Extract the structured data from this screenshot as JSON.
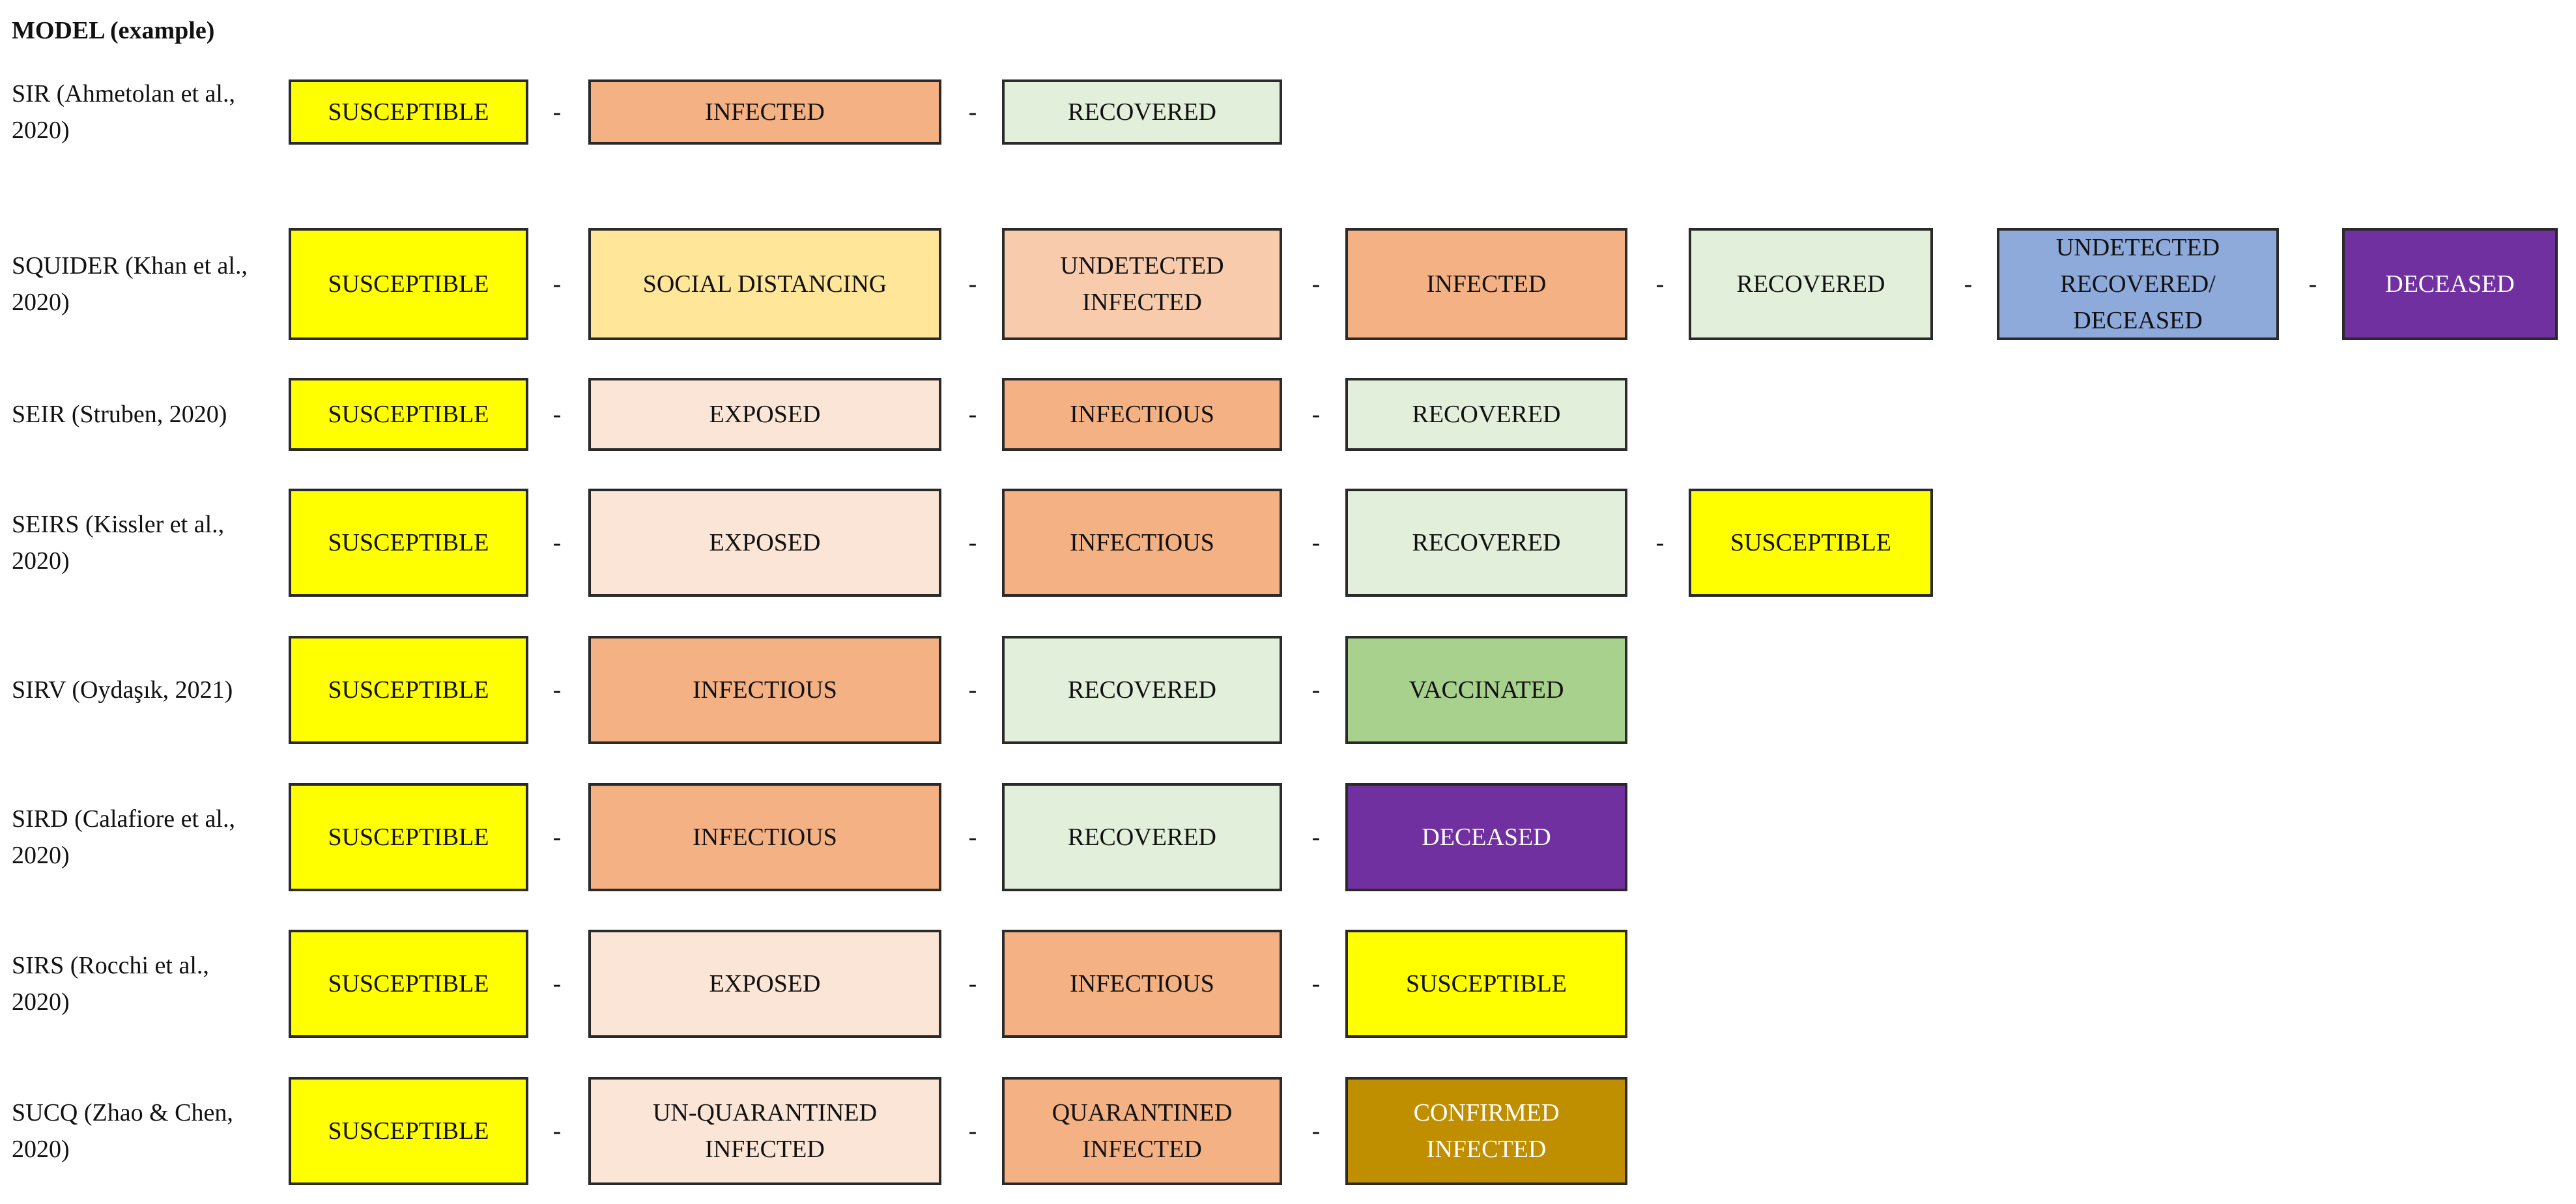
{
  "header": "MODEL (example)",
  "colors": {
    "susceptible": "#ffff00",
    "infected": "#f4b183",
    "recovered": "#e2efda",
    "social_distancing": "#ffe699",
    "undetected_infected": "#f8cbad",
    "undetected_recovered_deceased": "#8eaadb",
    "deceased": "#7030a0",
    "exposed": "#fbe5d6",
    "vaccinated": "#a9d18e",
    "confirmed_infected": "#bf8f00"
  },
  "rows": [
    {
      "label": "SIR (Ahmetolan et al., 2020)",
      "boxes": [
        {
          "text": "SUSCEPTIBLE",
          "color": "susceptible"
        },
        {
          "text": "INFECTED",
          "color": "infected"
        },
        {
          "text": "RECOVERED",
          "color": "recovered"
        }
      ]
    },
    {
      "label": "SQUIDER (Khan et al., 2020)",
      "boxes": [
        {
          "text": "SUSCEPTIBLE",
          "color": "susceptible"
        },
        {
          "text": "SOCIAL DISTANCING",
          "color": "social_distancing"
        },
        {
          "text": "UNDETECTED INFECTED",
          "color": "undetected_infected"
        },
        {
          "text": "INFECTED",
          "color": "infected"
        },
        {
          "text": "RECOVERED",
          "color": "recovered"
        },
        {
          "text": "UNDETECTED RECOVERED/ DECEASED",
          "color": "undetected_recovered_deceased"
        },
        {
          "text": "DECEASED",
          "color": "deceased",
          "light_text": true
        }
      ]
    },
    {
      "label": "SEIR (Struben, 2020)",
      "boxes": [
        {
          "text": "SUSCEPTIBLE",
          "color": "susceptible"
        },
        {
          "text": "EXPOSED",
          "color": "exposed"
        },
        {
          "text": "INFECTIOUS",
          "color": "infected"
        },
        {
          "text": "RECOVERED",
          "color": "recovered"
        }
      ]
    },
    {
      "label": "SEIRS (Kissler et al., 2020)",
      "boxes": [
        {
          "text": "SUSCEPTIBLE",
          "color": "susceptible"
        },
        {
          "text": "EXPOSED",
          "color": "exposed"
        },
        {
          "text": "INFECTIOUS",
          "color": "infected"
        },
        {
          "text": "RECOVERED",
          "color": "recovered"
        },
        {
          "text": "SUSCEPTIBLE",
          "color": "susceptible"
        }
      ]
    },
    {
      "label": "SIRV (Oydaşık, 2021)",
      "boxes": [
        {
          "text": "SUSCEPTIBLE",
          "color": "susceptible"
        },
        {
          "text": "INFECTIOUS",
          "color": "infected"
        },
        {
          "text": "RECOVERED",
          "color": "recovered"
        },
        {
          "text": "VACCINATED",
          "color": "vaccinated"
        }
      ]
    },
    {
      "label": "SIRD (Calafiore et al., 2020)",
      "boxes": [
        {
          "text": "SUSCEPTIBLE",
          "color": "susceptible"
        },
        {
          "text": "INFECTIOUS",
          "color": "infected"
        },
        {
          "text": "RECOVERED",
          "color": "recovered"
        },
        {
          "text": "DECEASED",
          "color": "deceased",
          "light_text": true
        }
      ]
    },
    {
      "label": "SIRS (Rocchi et al., 2020)",
      "boxes": [
        {
          "text": "SUSCEPTIBLE",
          "color": "susceptible"
        },
        {
          "text": "EXPOSED",
          "color": "exposed"
        },
        {
          "text": "INFECTIOUS",
          "color": "infected"
        },
        {
          "text": "SUSCEPTIBLE",
          "color": "susceptible"
        }
      ]
    },
    {
      "label": "SUCQ (Zhao & Chen, 2020)",
      "boxes": [
        {
          "text": "SUSCEPTIBLE",
          "color": "susceptible"
        },
        {
          "text": "UN-QUARANTINED INFECTED",
          "color": "exposed"
        },
        {
          "text": "QUARANTINED INFECTED",
          "color": "infected"
        },
        {
          "text": "CONFIRMED INFECTED",
          "color": "confirmed_infected",
          "light_text": true
        }
      ]
    }
  ],
  "separator": "-"
}
